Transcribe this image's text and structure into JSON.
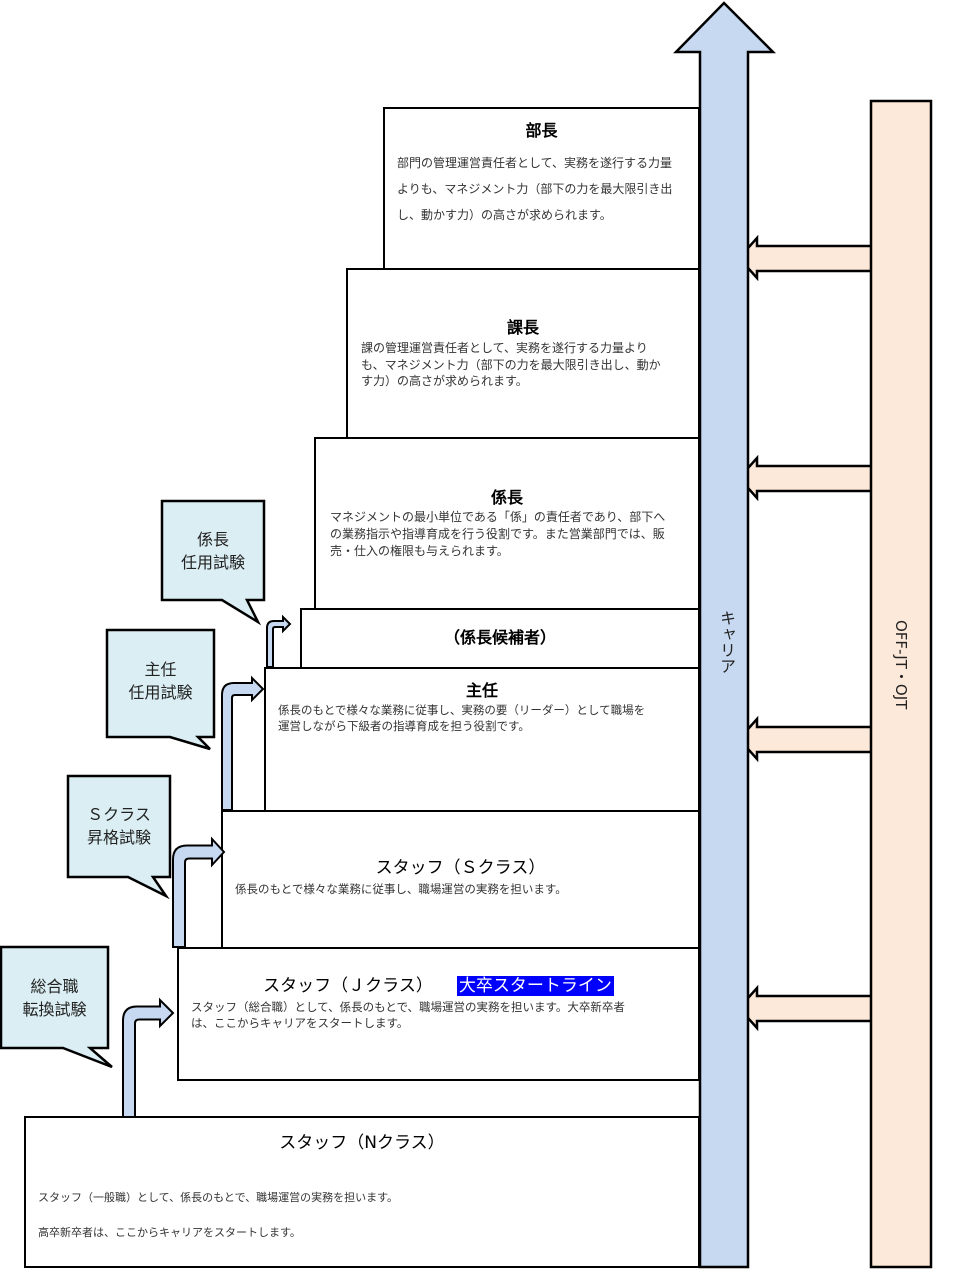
{
  "colors": {
    "career_fill": "#C6D9F1",
    "offjt_fill": "#FDE9D9",
    "callout_fill": "#DAEEF3",
    "highlight_bg": "#0000FF",
    "highlight_fg": "#FFFFFF"
  },
  "levels": {
    "bucho": {
      "title": "部長",
      "lines": [
        "部門の管理運営責任者として、実務を遂行する力量",
        "よりも、マネジメント力（部下の力を最大限引き出",
        "し、動かす力）の高さが求められます。"
      ]
    },
    "kacho": {
      "title": "課長",
      "lines": [
        "課の管理運営責任者として、実務を遂行する力量より",
        "も、マネジメント力（部下の力を最大限引き出し、動か",
        "す力）の高さが求められます。"
      ]
    },
    "kakaricho": {
      "title": "係長",
      "lines": [
        "マネジメントの最小単位である「係」の責任者であり、部下へ",
        "の業務指示や指導育成を行う役割です。また営業部門では、販",
        "売・仕入の権限も与えられます。"
      ]
    },
    "kakaricho_candidate": {
      "title": "（係長候補者）"
    },
    "shunin": {
      "title": "主任",
      "lines": [
        "係長のもとで様々な業務に従事し、実務の要（リーダー）として職場を",
        "運営しながら下級者の指導育成を担う役割です。"
      ]
    },
    "staff_s": {
      "title": "スタッフ（Ｓクラス）",
      "lines": [
        "係長のもとで様々な業務に従事し、職場運営の実務を担います。"
      ]
    },
    "staff_j": {
      "title": "スタッフ（Ｊクラス）",
      "highlight": "大卒スタートライン",
      "lines": [
        "スタッフ（総合職）として、係長のもとで、職場運営の実務を担います。大卒新卒者",
        "は、ここからキャリアをスタートします。"
      ]
    },
    "staff_n": {
      "title": "スタッフ（Nクラス）",
      "lines": [
        "スタッフ（一般職）として、係長のもとで、職場運営の実務を担います。",
        "高卒新卒者は、ここからキャリアをスタートします。"
      ]
    }
  },
  "callouts": {
    "kakaricho_exam": [
      "係長",
      "任用試験"
    ],
    "shunin_exam": [
      "主任",
      "任用試験"
    ],
    "s_class_exam": [
      "Ｓクラス",
      "昇格試験"
    ],
    "sogoshoku_exam": [
      "総合職",
      "転換試験"
    ]
  },
  "career_label": "キャリア",
  "offjt_label": "OFF-JT・OJT"
}
